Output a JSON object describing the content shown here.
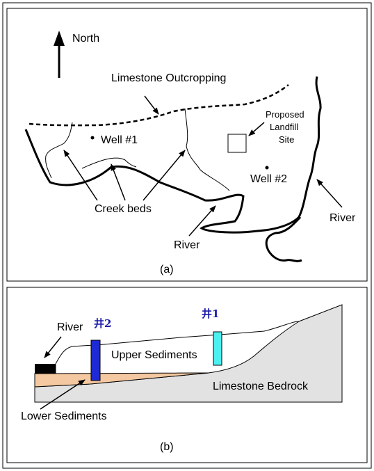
{
  "map": {
    "north_label": "North",
    "outcrop_label": "Limestone Outcropping",
    "well1_label": "Well #1",
    "well2_label": "Well #2",
    "landfill_label": [
      "Proposed",
      "Landfill",
      "Site"
    ],
    "creek_label": "Creek beds",
    "river_label_bottom": "River",
    "river_label_right": "River",
    "caption": "(a)"
  },
  "section": {
    "river_label": "River",
    "well2_label": "井2",
    "well1_label": "井1",
    "upper_label": "Upper Sediments",
    "bedrock_label": "Limestone Bedrock",
    "lower_label": "Lower Sediments",
    "caption": "(b)"
  },
  "colors": {
    "bedrock": "#e2e2e2",
    "lower_sediments": "#f4c8a0",
    "well2": "#1e2ad6",
    "well1": "#4df0f0",
    "river_fill": "#000000"
  }
}
